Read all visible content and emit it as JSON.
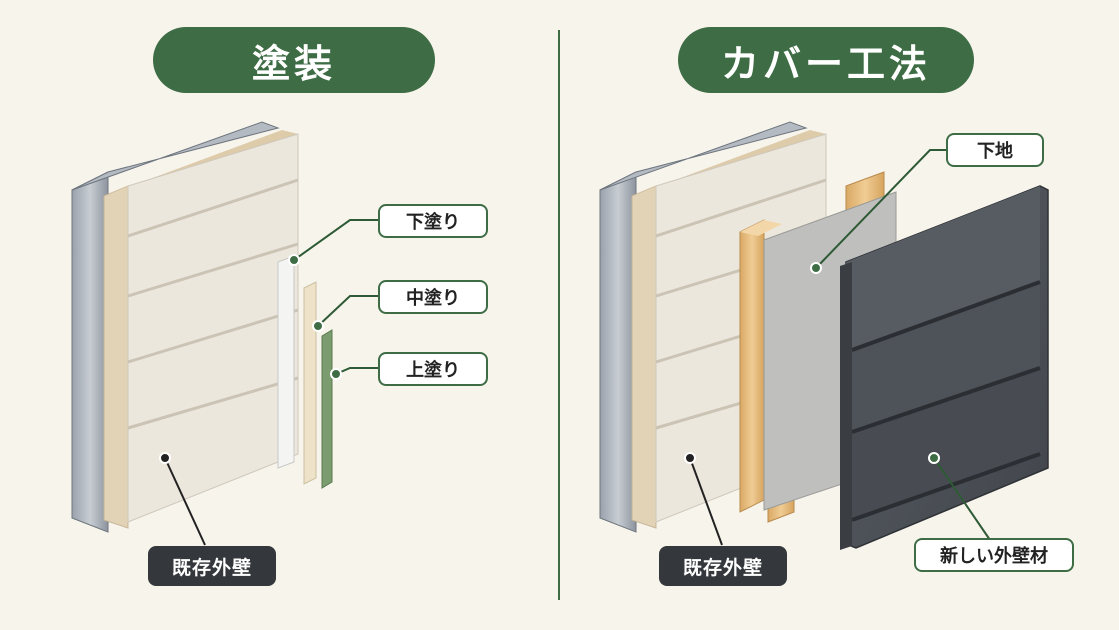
{
  "colors": {
    "background": "#f7f4ec",
    "accent_green": "#3e6d45",
    "label_dark": "#34373b",
    "existing_wall": "#ece7dd",
    "new_siding": "#4b4f55",
    "furring_wood": "#e6be84"
  },
  "left": {
    "title": "塗装",
    "base_label": "既存外壁",
    "layers": [
      "下塗り",
      "中塗り",
      "上塗り"
    ]
  },
  "right": {
    "title": "カバー工法",
    "base_label": "既存外壁",
    "substrate_label": "下地",
    "new_material_label": "新しい外壁材"
  }
}
